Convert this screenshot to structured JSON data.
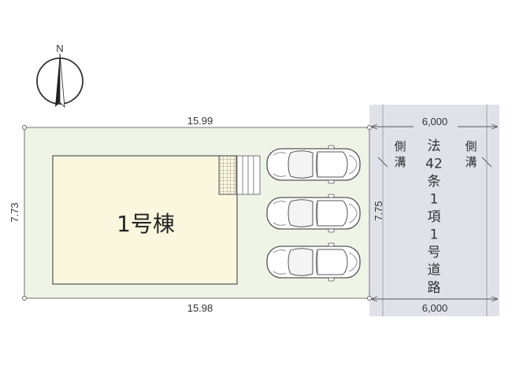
{
  "compass": {
    "label": "N"
  },
  "site": {
    "top_length": "15.99",
    "bottom_length": "15.98",
    "left_length": "7.73",
    "right_length": "7.75",
    "fill_color": "#eef4e6"
  },
  "building": {
    "label": "1号棟",
    "fill_color": "#fbf7de"
  },
  "road": {
    "width_top": "6,000",
    "width_bottom": "6,000",
    "name": "法42条1項1号道路",
    "gutter_left": "側溝",
    "gutter_right": "側溝",
    "fill_color": "#dfe3e8"
  },
  "parking": {
    "car_count": 3
  }
}
